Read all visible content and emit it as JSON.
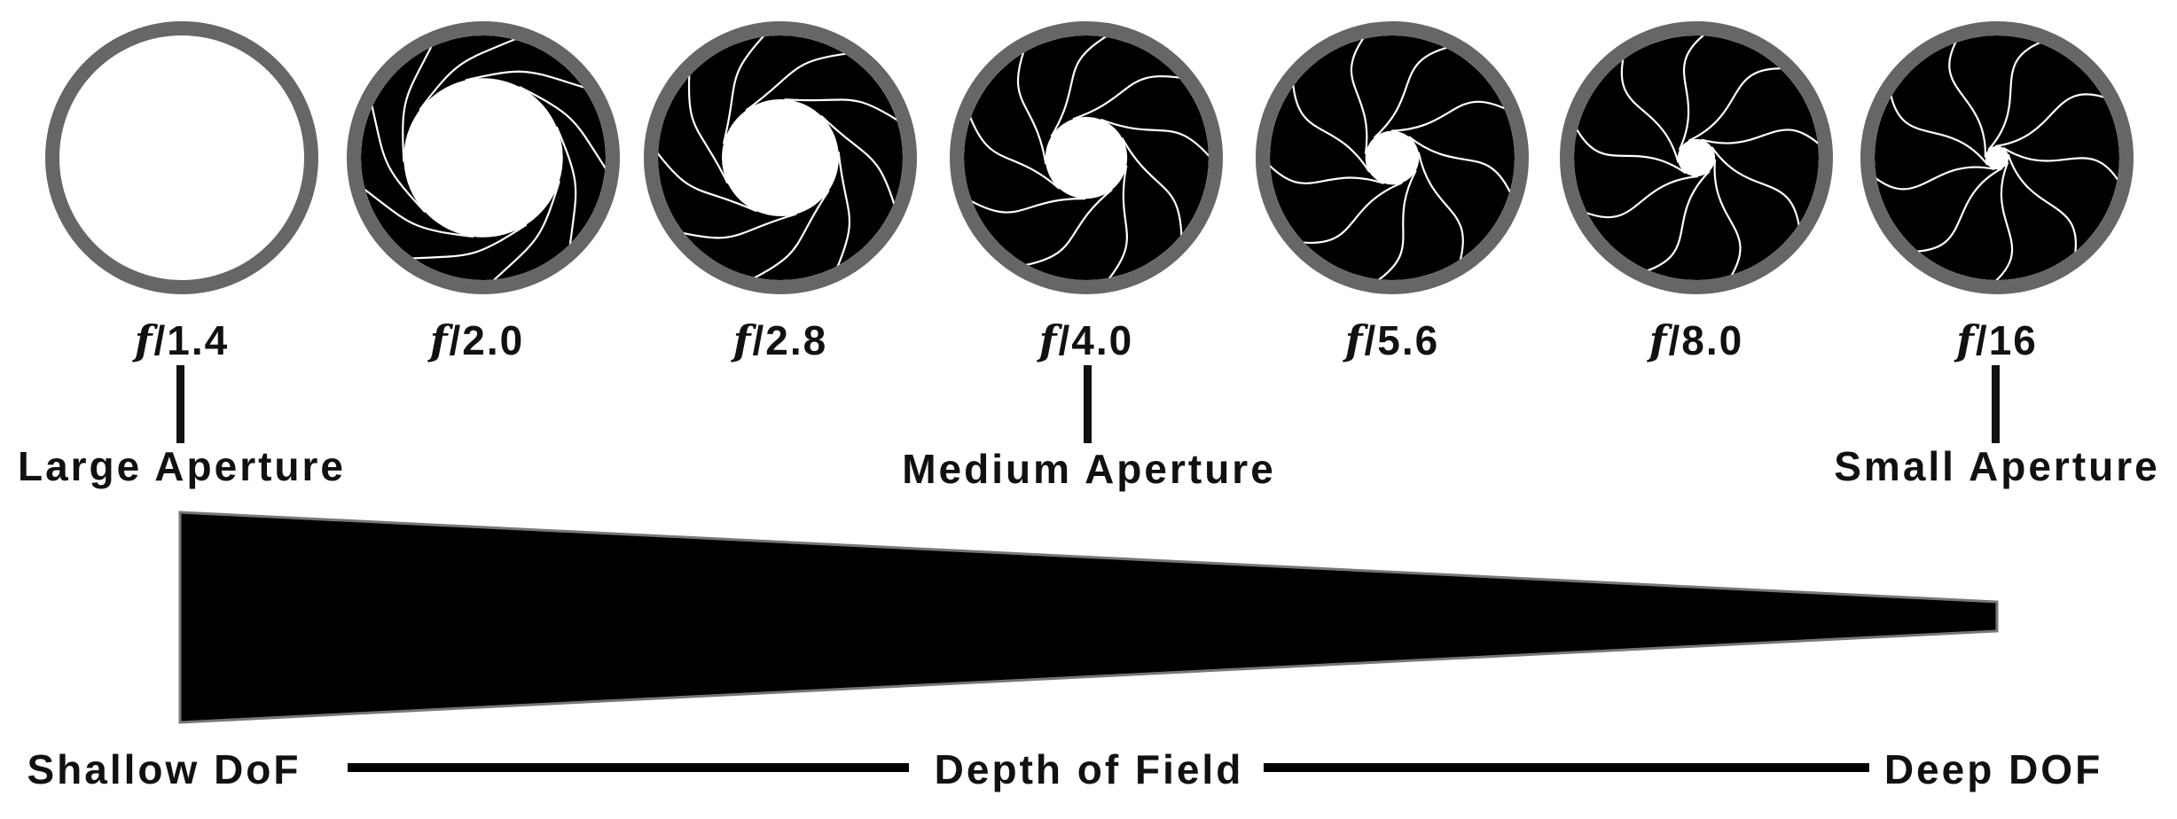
{
  "fstops": [
    {
      "f": "f",
      "value": "/1.4",
      "opening": 1.0
    },
    {
      "f": "f",
      "value": "/2.0",
      "opening": 0.68
    },
    {
      "f": "f",
      "value": "/2.8",
      "opening": 0.5
    },
    {
      "f": "f",
      "value": "/4.0",
      "opening": 0.35
    },
    {
      "f": "f",
      "value": "/5.6",
      "opening": 0.23
    },
    {
      "f": "f",
      "value": "/8.0",
      "opening": 0.16
    },
    {
      "f": "f",
      "value": "/16",
      "opening": 0.1
    }
  ],
  "aperture_labels": {
    "large": "Large Aperture",
    "medium": "Medium Aperture",
    "small": "Small Aperture"
  },
  "dof": {
    "shallow": "Shallow DoF",
    "center": "Depth of Field",
    "deep": "Deep DOF"
  },
  "colors": {
    "ring": "#666666",
    "blades": "#000000",
    "blade_edges": "#ffffff",
    "text": "#111111",
    "wedge": "#000000"
  }
}
